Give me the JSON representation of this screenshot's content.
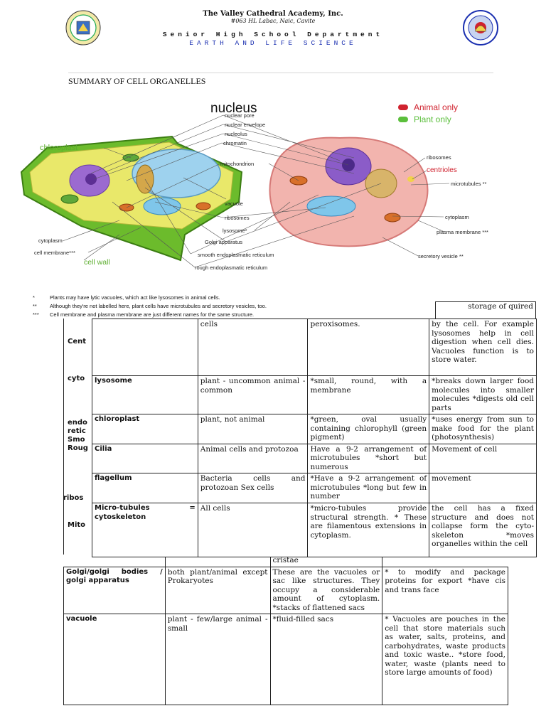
{
  "header": {
    "school": "The Valley Cathedral Academy, Inc.",
    "address": "#063 HL Labac, Naic, Cavite",
    "department": "Senior High School Department",
    "subject": "EARTH AND LIFE SCIENCE"
  },
  "section_title": "SUMMARY OF CELL ORGANELLES",
  "diagram": {
    "title": "nucleus",
    "legend_animal": "Animal only",
    "legend_plant": "Plant only",
    "labels": {
      "nuclear_pore": "nuclear pore",
      "nuclear_envelope": "nuclear envelope",
      "nucleolus": "nucleolus",
      "chromatin": "chromatin",
      "mitochondrion": "mitochondrion",
      "chloroplast": "chloroplast",
      "vacuole": "vacuole",
      "ribosomes_plant": "ribosomes",
      "lysosome": "lysosome*",
      "golgi": "Golgi apparatus",
      "smooth_er": "smooth endoplasmatic reticulum",
      "rough_er": "rough endoplasmatic reticulum",
      "cytoplasm_plant": "cytoplasm",
      "cell_membrane": "cell membrane***",
      "cell_wall": "cell wall",
      "ribosomes_animal": "ribosomes",
      "centrioles": "centrioles",
      "microtubules": "microtubules **",
      "cytoplasm_animal": "cytoplasm",
      "plasma_membrane": "plasma membrane ***",
      "secretory_vesicle": "secretory vesicle **"
    }
  },
  "footnotes": [
    {
      "mark": "*",
      "text": "Plants may have lytic vacuoles, which act like lysosomes in animal cells."
    },
    {
      "mark": "**",
      "text": "Although they're not labelled here, plant cells have microtubules and secretory vesicles, too."
    },
    {
      "mark": "***",
      "text": "Cell membrane and plasma membrane are just different names for the same structure."
    }
  ],
  "overlay_table": {
    "cut_top_right": "storage of quired",
    "first_row": {
      "cells": "cells",
      "description": "peroxisomes.",
      "function": "by the cell. For example lysosomes help in cell digestion when cell dies. Vacuoles function is to store water."
    },
    "rows": [
      {
        "organelle": "lysosome",
        "location": "plant - uncommon animal - common",
        "description": "*small, round, with a membrane",
        "function": "*breaks down larger food molecules into smaller molecules *digests old cell parts"
      },
      {
        "organelle": "chloroplast",
        "location": "plant, not animal",
        "description": "*green, oval usually containing chlorophyll (green pigment)",
        "function": "*uses energy from sun to make food for the plant (photosynthesis)"
      },
      {
        "organelle": "Cilia",
        "location": "Animal cells and protozoa",
        "description": "Have a 9-2 arrangement of microtubules *short but numerous",
        "function": "Movement of cell"
      },
      {
        "organelle": "flagellum",
        "location": "Bacteria cells and protozoan Sex cells",
        "description": "*Have a 9-2 arrangement of microtubules *long but few in number",
        "function": "movement"
      },
      {
        "organelle": "Micro-tubules = cytoskeleton",
        "location": "All cells",
        "description": "*micro-tubules provide structural strength. * These are filamentous extensions in cytoplasm.",
        "function": "the cell has a fixed structure and does not collapse form the cyto-skeleton *moves organelles within the cell"
      }
    ],
    "left_cut": [
      "Cent",
      "cyto",
      "endo",
      "retic",
      "Smo",
      "Roug",
      "ribos",
      "Mito"
    ]
  },
  "under_table": {
    "cristae": "cristae",
    "rows": [
      {
        "organelle": "Golgi/golgi bodies / golgi apparatus",
        "location": "both plant/animal except Prokaryotes",
        "description": "These are the vacuoles or sac like structures. They occupy a considerable amount of cytoplasm. *stacks of flattened sacs",
        "function": "* to modify and package proteins for export *have cis and trans face"
      },
      {
        "organelle": "vacuole",
        "location": "plant - few/large animal - small",
        "description": "*fluid-filled sacs",
        "function": "* Vacuoles are pouches in the cell that store materials such as water, salts, proteins, and carbohydrates, waste products and toxic waste.. *store food, water, waste (plants need to store large amounts of food)"
      }
    ]
  },
  "colors": {
    "accent_blue": "#1a2fb0",
    "animal_red": "#d0232f",
    "plant_green": "#5bbf3c",
    "chloroplast_label": "#5cae2e"
  }
}
